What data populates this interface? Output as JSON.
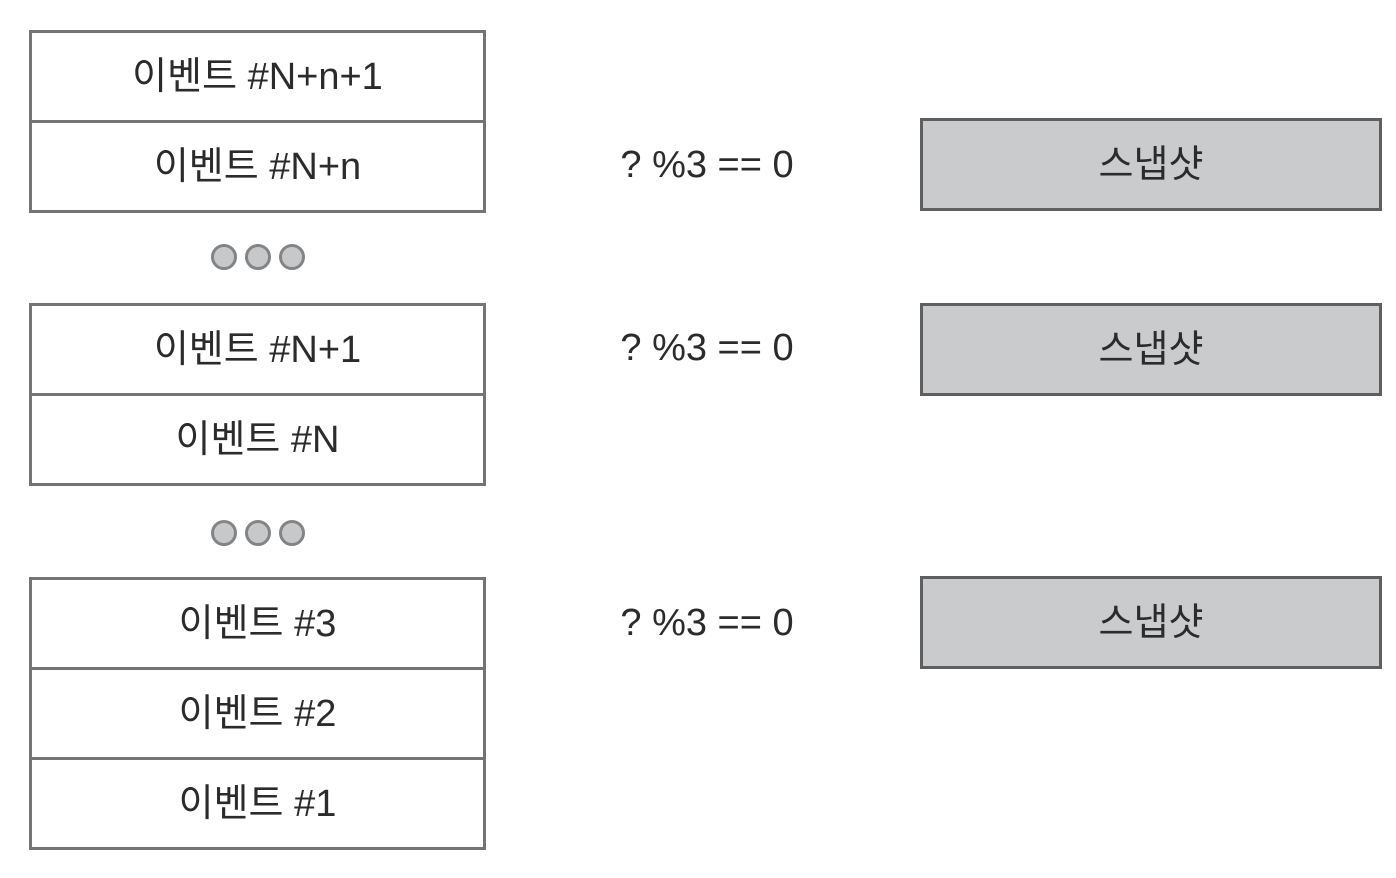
{
  "diagram": {
    "groups": [
      {
        "events": [
          "이벤트 #N+n+1",
          "이벤트 #N+n"
        ],
        "condition": "? %3 == 0",
        "snapshot": "스냅샷"
      },
      {
        "events": [
          "이벤트 #N+1",
          "이벤트 #N"
        ],
        "condition": "? %3 == 0",
        "snapshot": "스냅샷"
      },
      {
        "events": [
          "이벤트 #3",
          "이벤트 #2",
          "이벤트 #1"
        ],
        "condition": "? %3 == 0",
        "snapshot": "스냅샷"
      }
    ],
    "icons": {
      "between_groups": "three-dots-ellipsis-icon"
    }
  },
  "colors": {
    "background": "#ffffff",
    "text": "#2b2b2b",
    "event_border": "#747474",
    "event_fill": "#ffffff",
    "snapshot_border": "#5d5f60",
    "snapshot_fill": "#c9cbcc",
    "dot_fill": "#c6c8c9",
    "dot_border": "#828486"
  }
}
